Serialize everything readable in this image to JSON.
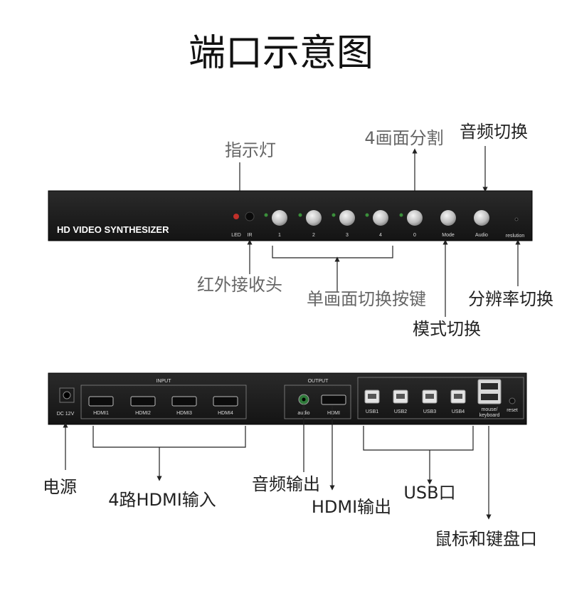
{
  "title": "端口示意图",
  "front_panel": {
    "brand": "HD VIDEO SYNTHESIZER",
    "labels": {
      "led": "LED",
      "ir": "IR",
      "b1": "1",
      "b2": "2",
      "b3": "3",
      "b4": "4",
      "b0": "0",
      "mode": "Mode",
      "audio": "Audio",
      "resolution": "reslution"
    },
    "callouts": {
      "indicator": "指示灯",
      "quad_split": "4画面分割",
      "audio_switch": "音频切换",
      "ir_receiver": "红外接收头",
      "single_switch": "单画面切换按键",
      "resolution_switch": "分辨率切换",
      "mode_switch": "模式切换"
    }
  },
  "rear_panel": {
    "dc_label": "DC 12V",
    "input_label": "INPUT",
    "output_label": "OUTPUT",
    "hdmi_inputs": [
      "HDMI1",
      "HDMI2",
      "HDMI3",
      "HDMI4"
    ],
    "audio_out_label": "audio",
    "hdmi_out_label": "HDMI",
    "usb_ports": [
      "USB1",
      "USB2",
      "USB3",
      "USB4"
    ],
    "mouse_label_1": "mouse/",
    "mouse_label_2": "keyboard",
    "reset_label": "reset",
    "callouts": {
      "power": "电源",
      "hdmi_in": "4路HDMI输入",
      "audio_out": "音频输出",
      "hdmi_out": "HDMI输出",
      "usb": "USB口",
      "mouse_kbd": "鼠标和键盘口"
    }
  }
}
